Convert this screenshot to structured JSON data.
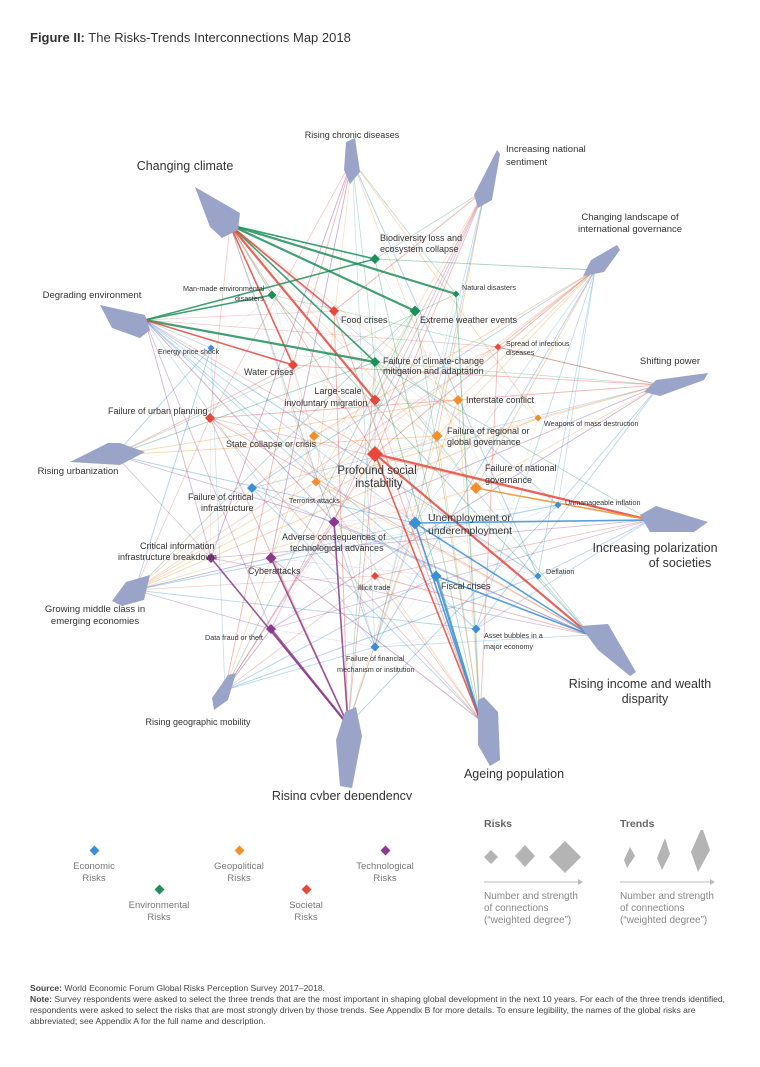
{
  "figure": {
    "title_label": "Figure II:",
    "title_text": "The Risks-Trends Interconnections Map 2018"
  },
  "colors": {
    "economic": "#3a8fd6",
    "environmental": "#1f8f5a",
    "geopolitical": "#f28e2b",
    "societal": "#e8473c",
    "technological": "#8a3a8c",
    "trend": "#9aa4c8"
  },
  "trends": [
    {
      "id": "rising_chronic",
      "label": "Rising chronic diseases"
    },
    {
      "id": "increasing_national",
      "label": "Increasing national sentiment"
    },
    {
      "id": "changing_landscape",
      "label": "Changing landscape of international governance"
    },
    {
      "id": "shifting_power",
      "label": "Shifting power"
    },
    {
      "id": "polarization",
      "label": "Increasing polarization of societies"
    },
    {
      "id": "income_disparity",
      "label": "Rising income and wealth disparity"
    },
    {
      "id": "ageing",
      "label": "Ageing population"
    },
    {
      "id": "cyber_dependency",
      "label": "Rising cyber dependency"
    },
    {
      "id": "geographic_mobility",
      "label": "Rising geographic mobility"
    },
    {
      "id": "middle_class",
      "label": "Growing middle class in emerging economies"
    },
    {
      "id": "urbanization",
      "label": "Rising urbanization"
    },
    {
      "id": "degrading_env",
      "label": "Degrading environment"
    },
    {
      "id": "changing_climate",
      "label": "Changing climate"
    }
  ],
  "risks": [
    {
      "id": "biodiversity",
      "label": "Biodiversity loss and ecosystem collapse",
      "category": "environmental"
    },
    {
      "id": "natural_disasters",
      "label": "Natural disasters",
      "category": "environmental"
    },
    {
      "id": "man_made",
      "label": "Man-made environmental disasters",
      "category": "environmental"
    },
    {
      "id": "food",
      "label": "Food crises",
      "category": "societal"
    },
    {
      "id": "extreme_weather",
      "label": "Extreme weather events",
      "category": "environmental"
    },
    {
      "id": "infectious",
      "label": "Spread of infectious diseases",
      "category": "societal"
    },
    {
      "id": "energy_price",
      "label": "Energy price shock",
      "category": "economic"
    },
    {
      "id": "water",
      "label": "Water crises",
      "category": "societal"
    },
    {
      "id": "climate_failure",
      "label": "Failure of climate-change mitigation and adaptation",
      "category": "environmental"
    },
    {
      "id": "migration",
      "label": "Large-scale involuntary migration",
      "category": "societal"
    },
    {
      "id": "interstate",
      "label": "Interstate conflict",
      "category": "geopolitical"
    },
    {
      "id": "wmd",
      "label": "Weapons of mass destruction",
      "category": "geopolitical"
    },
    {
      "id": "urban_planning",
      "label": "Failure of urban planning",
      "category": "societal"
    },
    {
      "id": "regional_gov",
      "label": "Failure of regional or global governance",
      "category": "geopolitical"
    },
    {
      "id": "state_collapse",
      "label": "State collapse or crisis",
      "category": "geopolitical"
    },
    {
      "id": "social_instability",
      "label": "Profound social instability",
      "category": "societal"
    },
    {
      "id": "national_gov",
      "label": "Failure of national governance",
      "category": "geopolitical"
    },
    {
      "id": "critical_infra",
      "label": "Failure of critical infrastructure",
      "category": "economic"
    },
    {
      "id": "terrorist",
      "label": "Terrorist attacks",
      "category": "geopolitical"
    },
    {
      "id": "inflation",
      "label": "Unmanageable inflation",
      "category": "economic"
    },
    {
      "id": "unemployment",
      "label": "Unemployment or underemployment",
      "category": "economic"
    },
    {
      "id": "tech_adverse",
      "label": "Adverse consequences of technological advances",
      "category": "technological"
    },
    {
      "id": "info_infra",
      "label": "Critical information infrastructure breakdown",
      "category": "technological"
    },
    {
      "id": "cyberattacks",
      "label": "Cyberattacks",
      "category": "technological"
    },
    {
      "id": "illicit",
      "label": "Illicit trade",
      "category": "societal"
    },
    {
      "id": "fiscal",
      "label": "Fiscal crises",
      "category": "economic"
    },
    {
      "id": "deflation",
      "label": "Deflation",
      "category": "economic"
    },
    {
      "id": "asset_bubbles",
      "label": "Asset bubbles in a major economy",
      "category": "economic"
    },
    {
      "id": "data_fraud",
      "label": "Data fraud or theft",
      "category": "technological"
    },
    {
      "id": "financial_failure",
      "label": "Failure of financial mechanism or institution",
      "category": "economic"
    }
  ],
  "strong_links": [
    [
      "changing_climate",
      "extreme_weather"
    ],
    [
      "changing_climate",
      "climate_failure"
    ],
    [
      "changing_climate",
      "biodiversity"
    ],
    [
      "changing_climate",
      "natural_disasters"
    ],
    [
      "changing_climate",
      "food"
    ],
    [
      "changing_climate",
      "water"
    ],
    [
      "changing_climate",
      "migration"
    ],
    [
      "degrading_env",
      "biodiversity"
    ],
    [
      "degrading_env",
      "man_made"
    ],
    [
      "degrading_env",
      "climate_failure"
    ],
    [
      "degrading_env",
      "water"
    ],
    [
      "cyber_dependency",
      "cyberattacks"
    ],
    [
      "cyber_dependency",
      "data_fraud"
    ],
    [
      "cyber_dependency",
      "info_infra"
    ],
    [
      "cyber_dependency",
      "tech_adverse"
    ],
    [
      "income_disparity",
      "social_instability"
    ],
    [
      "income_disparity",
      "unemployment"
    ],
    [
      "income_disparity",
      "fiscal"
    ],
    [
      "polarization",
      "social_instability"
    ],
    [
      "polarization",
      "national_gov"
    ],
    [
      "polarization",
      "unemployment"
    ],
    [
      "ageing",
      "fiscal"
    ],
    [
      "ageing",
      "unemployment"
    ],
    [
      "ageing",
      "social_instability"
    ]
  ],
  "legend": {
    "categories": [
      {
        "key": "economic",
        "line1": "Economic",
        "line2": "Risks"
      },
      {
        "key": "environmental",
        "line1": "Environmental",
        "line2": "Risks"
      },
      {
        "key": "geopolitical",
        "line1": "Geopolitical",
        "line2": "Risks"
      },
      {
        "key": "societal",
        "line1": "Societal",
        "line2": "Risks"
      },
      {
        "key": "technological",
        "line1": "Technological",
        "line2": "Risks"
      }
    ],
    "risks_heading": "Risks",
    "trends_heading": "Trends",
    "scale_line1": "Number and strength",
    "scale_line2": "of connections",
    "scale_line3": "(“weighted degree”)"
  },
  "notes": {
    "source_label": "Source:",
    "source_text": "World Economic Forum Global Risks Perception Survey 2017–2018.",
    "note_label": "Note:",
    "note_text": "Survey respondents were asked to select the three trends that are the most important in shaping global development in the next 10 years. For each of the three trends identified, respondents were asked to select the risks that are most strongly driven by those trends. See Appendix B for more details. To ensure legibility, the names of the global risks are abbreviated; see Appendix A for the full name and description."
  }
}
